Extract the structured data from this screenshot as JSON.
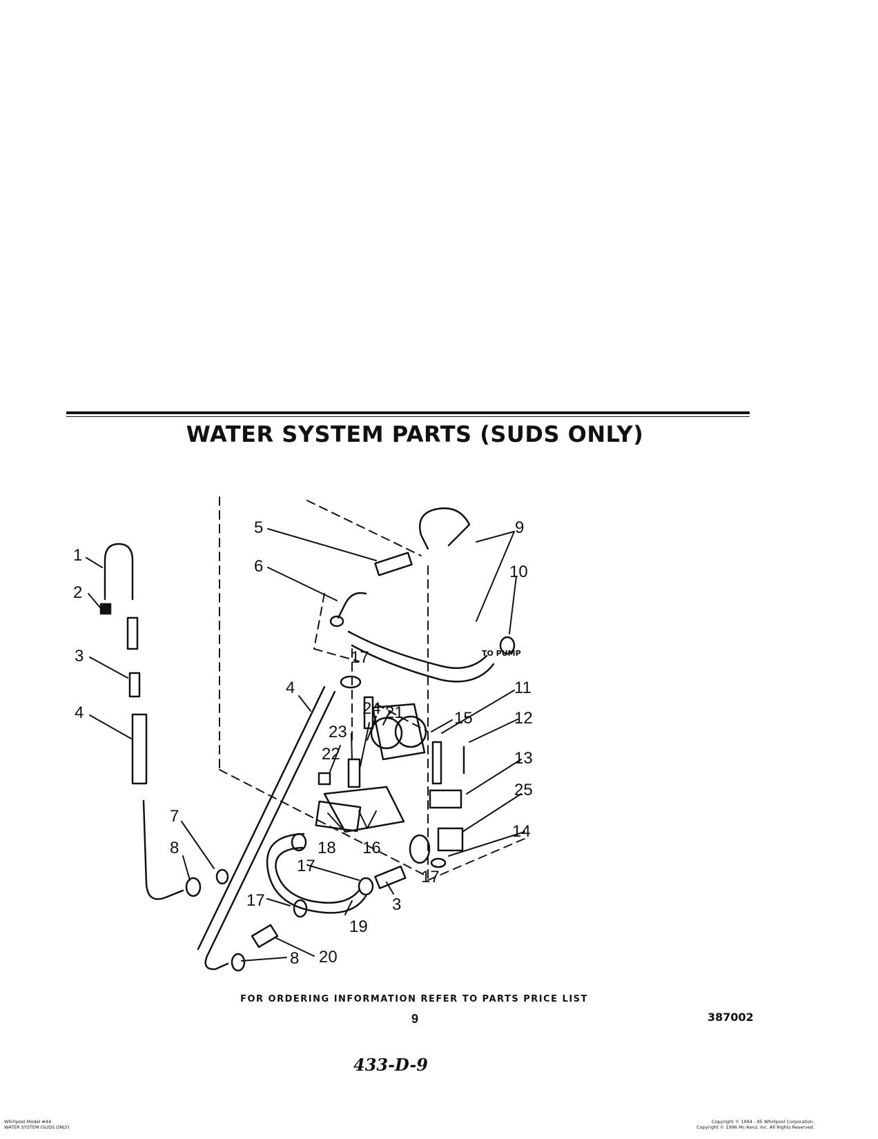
{
  "title": "WATER SYSTEM PARTS (SUDS ONLY)",
  "callouts": [
    "1",
    "2",
    "3",
    "4",
    "5",
    "6",
    "7",
    "8",
    "9",
    "10",
    "11",
    "12",
    "13",
    "14",
    "15",
    "16",
    "17",
    "18",
    "19",
    "20",
    "21",
    "22",
    "23",
    "24",
    "25"
  ],
  "to_pump_label": "TO PUMP",
  "ordering_note": "FOR ORDERING INFORMATION REFER TO PARTS PRICE LIST",
  "page_number": "9",
  "part_number": "387002",
  "handwritten_ref": "433-D-9",
  "footer_left": [
    "Whirlpool Model #44",
    "WATER SYSTEM (SUDS ONLY)"
  ],
  "footer_right": [
    "Copyright © 1994 - 95 Whirlpool Corporation.",
    "Copyright © 1996 Mc-Kenz, Inc. All Rights Reserved."
  ]
}
